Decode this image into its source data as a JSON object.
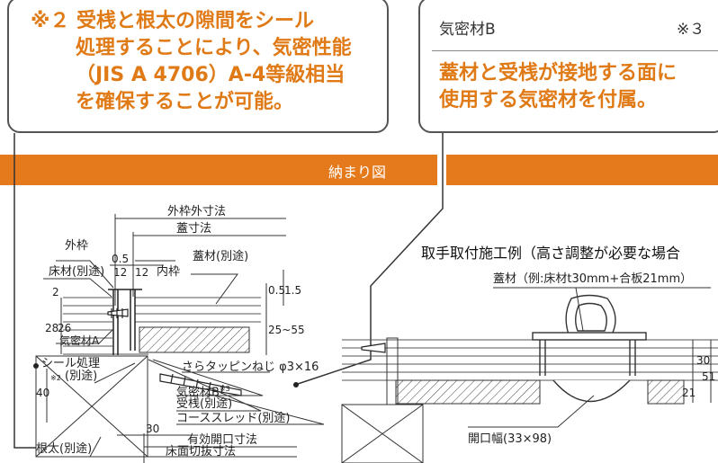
{
  "note2": {
    "lines": [
      "※２ 受桟と根太の隙間をシール",
      "処理することにより、気密性能",
      "（JIS A 4706）A-4等級相当",
      "を確保することが可能。"
    ]
  },
  "note3": {
    "heading": "気密材B",
    "mark": "※３",
    "lines": [
      "蓋材と受桟が接地する面に",
      "使用する気密材を付属。"
    ]
  },
  "banner": {
    "title": "納まり図"
  },
  "left_diagram": {
    "dim_outer": "外枠外寸法",
    "dim_lid": "蓋寸法",
    "outer_frame": "外枠",
    "inner_frame": "内枠",
    "floor_mat": "床材(別途)",
    "lid_mat": "蓋材(別途)",
    "d_05": "0.5",
    "d_12a": "12",
    "d_12b": "12",
    "d_2": "2",
    "d_28": "28",
    "d_26": "26",
    "d_05r": "0.5",
    "d_15": "1.5",
    "d_25_55": "25~55",
    "airtight_a": "気密材A",
    "seal_1": "シール処理",
    "seal_2": "(別途)",
    "seal_mark": "※2",
    "d_40": "40",
    "screw": "さらタッピンねじ φ3×16",
    "airtight_b": "気密材B",
    "airtight_b_mark": "※3",
    "receiver": "受桟(別途)",
    "coarse_thread": "コーススレッド(別途)",
    "joist": "根太(別途)",
    "d_30": "30",
    "effective_opening": "有効開口寸法",
    "floor_cut": "床面切抜寸法"
  },
  "right_diagram": {
    "title": "取手取付施工例（高さ調整が必要な場合",
    "lid_example": "蓋材（例:床材t30mm+合板21mm）",
    "d_30": "30",
    "d_51": "51",
    "d_21": "21",
    "opening_width": "開口幅(33×98)"
  }
}
